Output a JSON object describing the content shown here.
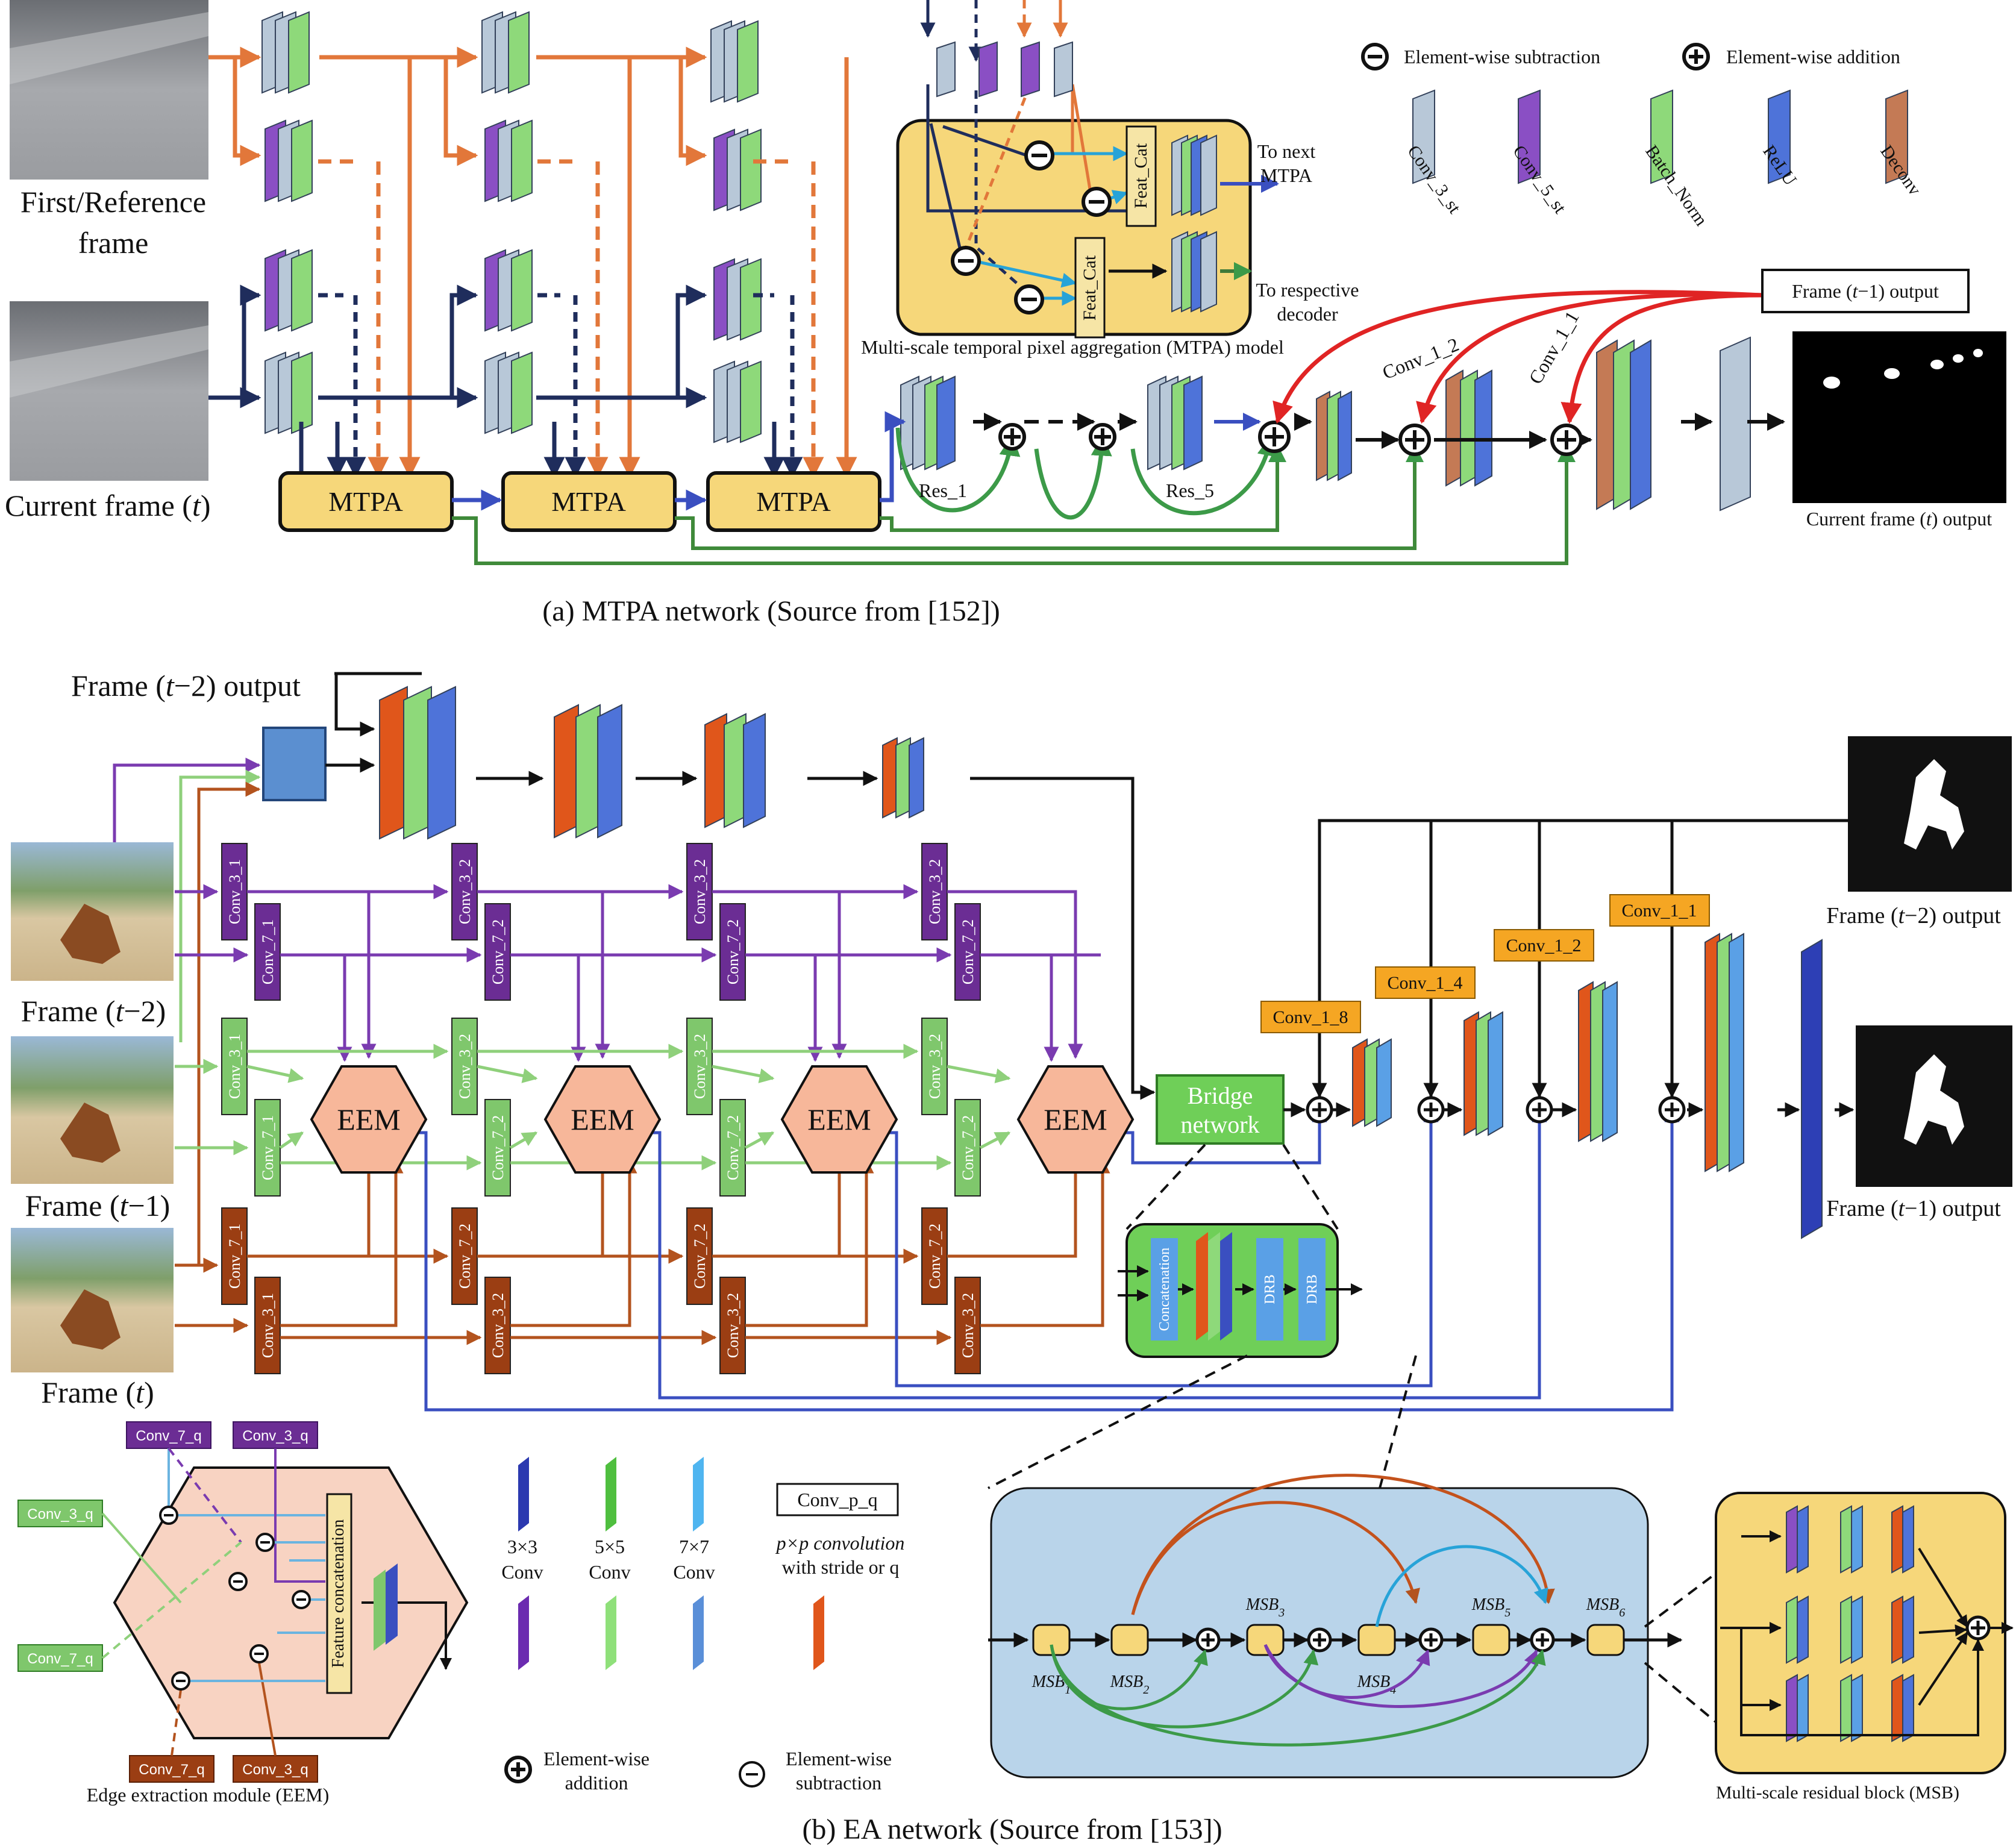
{
  "colors": {
    "orange_arrow": "#e2773a",
    "navy_arrow": "#1f2d5c",
    "green_arrow": "#3c9a48",
    "red_arrow": "#e02424",
    "purple_arrow": "#7a3bb0",
    "lightgreen_arrow": "#8fd07b",
    "brown_arrow": "#b3531e",
    "yellow_box": "#f6d77a",
    "salmon": "#f7b79a",
    "bridge_green": "#6fcf58",
    "msb_blue": "#b9d4ea",
    "conv_purple": "#6b2d94",
    "conv_green": "#7fc76c",
    "conv_brown": "#9b3e13",
    "conv_orange": "#f5a623",
    "layer_grey": "#b8c8d8",
    "layer_purple": "#8a4fc4",
    "layer_green": "#8ed97a",
    "layer_blue": "#4e73d9",
    "layer_brown": "#c47a55",
    "layer_orange": "#e0561b",
    "layer_lightblue": "#5aa0e6"
  },
  "panel_a": {
    "caption": "(a) MTPA network (Source from [152])",
    "input_first": "First/Reference frame",
    "input_first_line1": "First/Reference",
    "input_first_line2": "frame",
    "input_current_text": "Current frame (",
    "input_current_var": "t",
    "input_current_end": ")",
    "mtpa_label": "MTPA",
    "mtpa_boxes": [
      "MTPA",
      "MTPA",
      "MTPA"
    ],
    "res_labels": [
      "Res_1",
      "Res_5"
    ],
    "conv_labels": [
      "Conv_1_2",
      "Conv_1_1"
    ],
    "prev_output_box": "Frame (t−1) output",
    "prev_output_pre": "Frame (",
    "prev_output_var": "t",
    "prev_output_post": "−1) output",
    "current_output_pre": "Current frame (",
    "current_output_var": "t",
    "current_output_post": ") output",
    "mtpa_module_caption": "Multi-scale temporal pixel aggregation (MTPA) model",
    "feat_cat": [
      "Feat_Cat",
      "Feat_Cat"
    ],
    "to_next": [
      "To next",
      "MTPA"
    ],
    "to_decoder": [
      "To respective",
      "decoder"
    ],
    "legend": {
      "subtraction": "Element-wise subtraction",
      "addition": "Element-wise addition",
      "layers": [
        "Conv_3_st",
        "Conv_5_st",
        "Batch_Norm",
        "ReLU",
        "Deconv"
      ]
    }
  },
  "panel_b": {
    "caption": "(b) EA network (Source from [153])",
    "frame_t2_output_title": "Frame (t−2) output",
    "frames": [
      {
        "pre": "Frame (",
        "var": "t",
        "post": "−2)"
      },
      {
        "pre": "Frame (",
        "var": "t",
        "post": "−1)"
      },
      {
        "pre": "Frame (",
        "var": "t",
        "post": ")"
      }
    ],
    "eem_label": "EEM",
    "eem_boxes": [
      "EEM",
      "EEM",
      "EEM",
      "EEM"
    ],
    "conv_purple_cols": [
      [
        "Conv_3_1",
        "Conv_7_1"
      ],
      [
        "Conv_3_2",
        "Conv_7_2"
      ],
      [
        "Conv_3_2",
        "Conv_7_2"
      ],
      [
        "Conv_3_2",
        "Conv_7_2"
      ]
    ],
    "conv_green_cols": [
      [
        "Conv_3_1",
        "Conv_7_1"
      ],
      [
        "Conv_3_2",
        "Conv_7_2"
      ],
      [
        "Conv_3_2",
        "Conv_7_2"
      ],
      [
        "Conv_3_2",
        "Conv_7_2"
      ]
    ],
    "conv_brown_cols": [
      [
        "Conv_7_1",
        "Conv_3_1"
      ],
      [
        "Conv_7_2",
        "Conv_3_2"
      ],
      [
        "Conv_7_2",
        "Conv_3_2"
      ],
      [
        "Conv_7_2",
        "Conv_3_2"
      ]
    ],
    "bridge": [
      "Bridge",
      "network"
    ],
    "bridge_inner": [
      "Concatenation",
      "DRB",
      "DRB"
    ],
    "decoder_convs": [
      "Conv_1_8",
      "Conv_1_4",
      "Conv_1_2",
      "Conv_1_1"
    ],
    "outputs": [
      {
        "pre": "Frame (",
        "var": "t",
        "post": "−2) output"
      },
      {
        "pre": "Frame (",
        "var": "t",
        "post": "−1) output"
      }
    ],
    "eem_detail": {
      "caption": "Edge extraction module (EEM)",
      "top_inputs": [
        "Conv_7_q",
        "Conv_3_q"
      ],
      "left_inputs": [
        "Conv_3_q",
        "Conv_7_q"
      ],
      "bottom_inputs": [
        "Conv_7_q",
        "Conv_3_q"
      ],
      "concat": "Feature concatenation"
    },
    "legend": {
      "kernels": [
        [
          "3×3",
          "Conv"
        ],
        [
          "5×5",
          "Conv"
        ],
        [
          "7×7",
          "Conv"
        ]
      ],
      "conv_pq_box": "Conv_p_q",
      "conv_pq_desc": [
        "p×p convolution",
        "with stride or q"
      ],
      "addition": [
        "Element-wise",
        "addition"
      ],
      "subtraction": [
        "Element-wise",
        "subtraction"
      ]
    },
    "msb_chain": {
      "labels": [
        {
          "base": "MSB",
          "sub": "1"
        },
        {
          "base": "MSB",
          "sub": "2"
        },
        {
          "base": "MSB",
          "sub": "3"
        },
        {
          "base": "MSB",
          "sub": "4"
        },
        {
          "base": "MSB",
          "sub": "5"
        },
        {
          "base": "MSB",
          "sub": "6"
        }
      ]
    },
    "msb_caption": "Multi-scale residual block (MSB)"
  }
}
